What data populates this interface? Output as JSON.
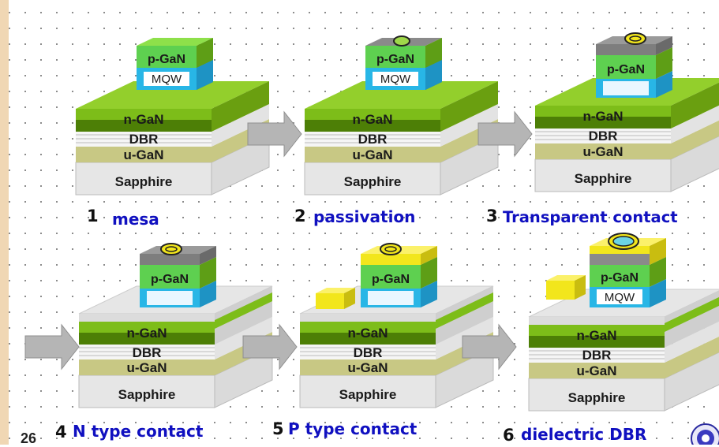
{
  "slide_page": "26",
  "panels": [
    {
      "number": "1",
      "caption": "mesa",
      "layers": [
        "p-GaN",
        "MQW",
        "n-GaN",
        "DBR",
        "u-GaN",
        "Sapphire"
      ]
    },
    {
      "number": "2",
      "caption": "passivation",
      "layers": [
        "p-GaN",
        "MQW",
        "n-GaN",
        "DBR",
        "u-GaN",
        "Sapphire"
      ]
    },
    {
      "number": "3",
      "caption": "Transparent contact",
      "layers": [
        "p-GaN",
        "n-GaN",
        "DBR",
        "u-GaN",
        "Sapphire"
      ]
    },
    {
      "number": "4",
      "caption": "N type contact",
      "layers": [
        "p-GaN",
        "n-GaN",
        "DBR",
        "u-GaN",
        "Sapphire"
      ]
    },
    {
      "number": "5",
      "caption": "P type contact",
      "layers": [
        "p-GaN",
        "n-GaN",
        "DBR",
        "u-GaN",
        "Sapphire"
      ]
    },
    {
      "number": "6",
      "caption": "dielectric DBR",
      "layers": [
        "p-GaN",
        "MQW",
        "n-GaN",
        "DBR",
        "u-GaN",
        "Sapphire"
      ]
    }
  ],
  "colors": {
    "green_layer": "#7dbd19",
    "dark_green_band": "#4d7f06",
    "mqw_blue": "#28b6e6",
    "ugan_khaki": "#c8c884",
    "contact_yellow": "#f2e61c",
    "contact_gray": "#7e7e7e",
    "caption_blue": "#1010c0"
  },
  "icons": [
    "arrow-right-icon",
    "logo-icon"
  ]
}
